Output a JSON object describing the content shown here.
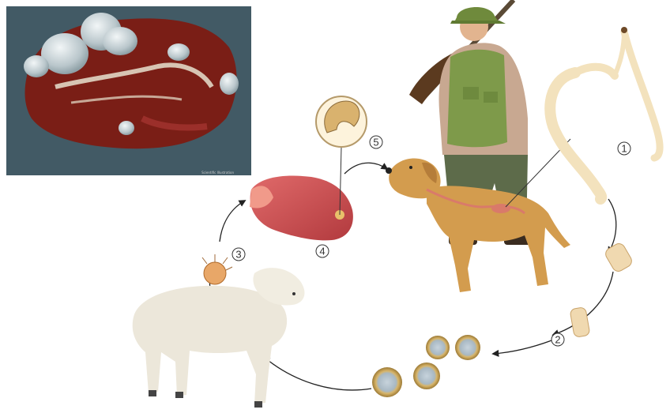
{
  "steps": [
    {
      "id": "1",
      "label": "1"
    },
    {
      "id": "2",
      "label": "2"
    },
    {
      "id": "3",
      "label": "3"
    },
    {
      "id": "4",
      "label": "4"
    },
    {
      "id": "5",
      "label": "5"
    }
  ],
  "photo": {
    "credit": "Scientific Illustration"
  },
  "colors": {
    "photo_bg": "#3f5660",
    "liver": "#7a1e16",
    "cyst": "#c9d4d8",
    "lung": "#c9494a",
    "dog": "#d39c4e",
    "vest": "#7e9a4a",
    "sheep": "#ece7da",
    "worm": "#f3e2bd",
    "arrow": "#222222"
  },
  "icons": [
    "arrow-icon"
  ]
}
